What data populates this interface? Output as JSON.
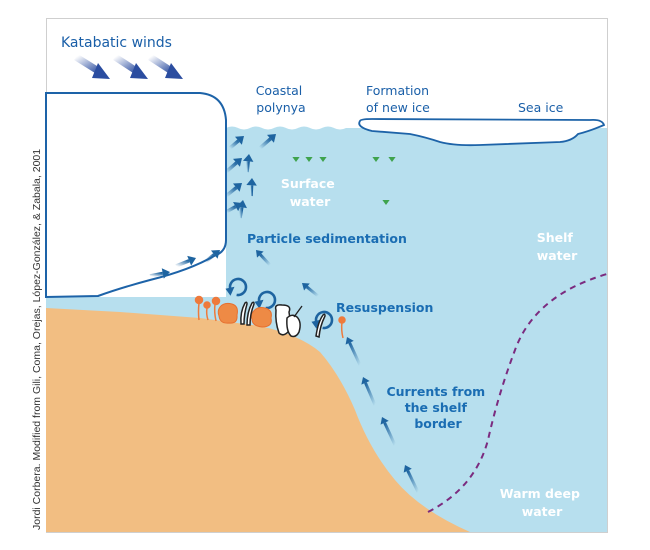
{
  "title": "Antarctic continental shelf processes",
  "credit": "Jordi Corbera. Modified from Gili, Coma, Orejas, López-González, & Zabala, 2001",
  "colors": {
    "water": "#b7dfee",
    "seabed": "#f2be82",
    "ice_outline": "#1d63a8",
    "label_blue": "#1a6db3",
    "current_arrow": "#1e64a0",
    "wind_arrow": "#2b4da0",
    "sink_arrow": "#3fa34d",
    "boundary_dash": "#7b2b7f",
    "organism_orange": "#ee7a3c",
    "frame": "#cccccc"
  },
  "labels": {
    "katabatic_winds": "Katabatic winds",
    "coastal_polynya": [
      "Coastal",
      "polynya"
    ],
    "formation_new_ice": [
      "Formation",
      "of new ice"
    ],
    "sea_ice": "Sea ice",
    "surface_water": [
      "Surface",
      "water"
    ],
    "particle_sedimentation": "Particle sedimentation",
    "shelf_water": [
      "Shelf",
      "water"
    ],
    "resuspension": "Resuspension",
    "currents_shelf_border": [
      "Currents from",
      "the shelf",
      "border"
    ],
    "warm_deep_water": [
      "Warm deep",
      "water"
    ]
  },
  "icons": {
    "wind": "wind-arrow-icon",
    "upwelling": "upwelling-arrow-icon",
    "sinking": "sinking-arrow-icon",
    "resuspension": "circular-arrow-icon",
    "current": "current-arrow-icon"
  }
}
